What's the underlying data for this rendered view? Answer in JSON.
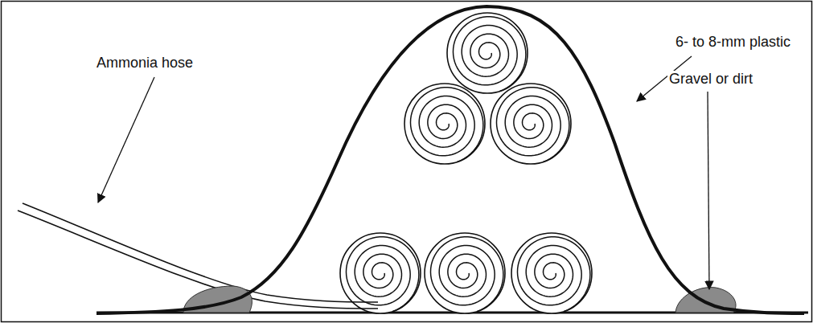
{
  "diagram": {
    "labels": [
      "Ammonia hose",
      "6- to 8-mm plastic",
      "Gravel or dirt"
    ]
  }
}
